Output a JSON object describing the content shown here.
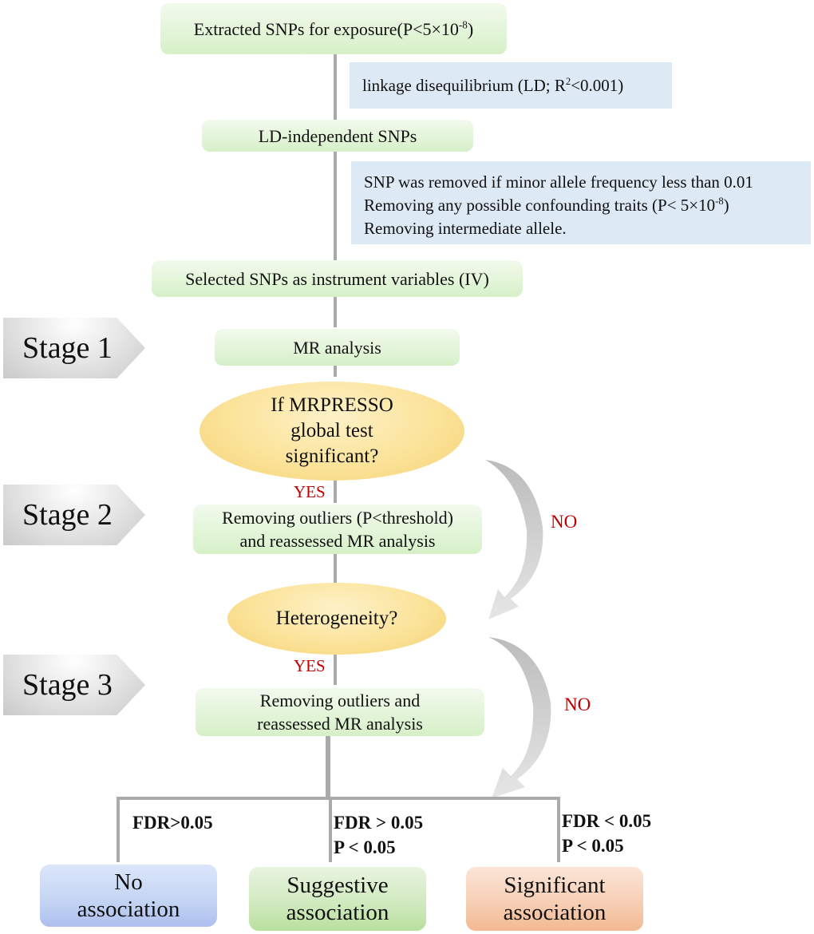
{
  "flowchart": {
    "steps": {
      "extracted": {
        "text": "Extracted SNPs for exposure(P<5×10",
        "sup": "-8",
        "tail": ")"
      },
      "ld_note": {
        "text": "linkage disequilibrium (LD; R",
        "sup": "2",
        "tail": "<0.001)"
      },
      "ld_independent": "LD-independent SNPs",
      "filter_note": {
        "line1": "SNP was removed if minor allele frequency less than 0.01",
        "line2_text": "Removing any possible confounding traits (P< 5×10",
        "line2_sup": "-8",
        "line2_tail": ")",
        "line3": "Removing intermediate allele."
      },
      "selected_iv": "Selected SNPs as instrument variables (IV)",
      "mr_analysis": "MR analysis",
      "mrpresso_decision": {
        "line1": "If MRPRESSO",
        "line2": "global test",
        "line3": "significant?"
      },
      "remove_outliers_threshold": {
        "line1": "Removing outliers (P<threshold)",
        "line2": "and reassessed MR analysis"
      },
      "heterogeneity_decision": "Heterogeneity?",
      "remove_outliers": {
        "line1": "Removing outliers and",
        "line2": "reassessed MR analysis"
      }
    },
    "stages": [
      "Stage 1",
      "Stage 2",
      "Stage 3"
    ],
    "branch_labels": {
      "yes": "YES",
      "no": "NO"
    },
    "conditions": {
      "none": {
        "line1": "FDR>0.05"
      },
      "suggestive": {
        "line1": "FDR > 0.05",
        "line2": "P < 0.05"
      },
      "significant": {
        "line1": "FDR < 0.05",
        "line2": "P < 0.05"
      }
    },
    "results": {
      "none": {
        "line1": "No",
        "line2": "association"
      },
      "suggestive": {
        "line1": "Suggestive",
        "line2": "association"
      },
      "significant": {
        "line1": "Significant",
        "line2": "association"
      }
    },
    "colors": {
      "step_box": "#e3f5d9",
      "note_box": "#dde9f5",
      "decision": "#fbe39a",
      "branch_label": "#c00000",
      "connector": "#aaaaaa",
      "result_none": "#c3d4f3",
      "result_suggestive": "#cfe9bd",
      "result_significant": "#f6cdb2"
    }
  }
}
